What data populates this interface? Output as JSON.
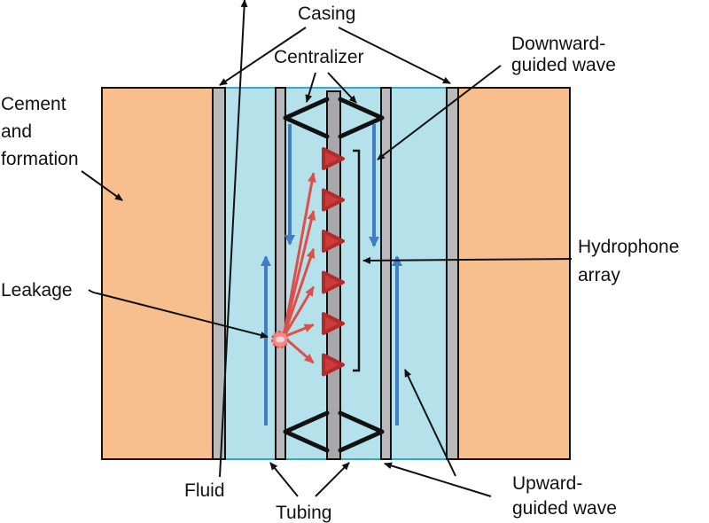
{
  "title": "Well leakage detection with hydrophone array",
  "labels": {
    "casing": "Casing",
    "centralizer": "Centralizer",
    "downward_line1": "Downward-",
    "downward_line2": "guided wave",
    "cement_line1": "Cement",
    "cement_line2": "and",
    "cement_line3": "formation",
    "hydrophone_line1": "Hydrophone",
    "hydrophone_line2": "array",
    "leakage": "Leakage",
    "fluid": "Fluid",
    "tubing": "Tubing",
    "upward_line1": "Upward-",
    "upward_line2": "guided wave"
  },
  "colors": {
    "formation": "#f8bf8e",
    "fluid": "#b5e1ea",
    "steel": "#b9b9bb",
    "wave": "#3f7ec4",
    "hydrophone": "#b22a2a",
    "ray": "#dc504b",
    "leak": "#f08a8a"
  },
  "hydrophone_count": 6,
  "leak_ray_count": 6
}
